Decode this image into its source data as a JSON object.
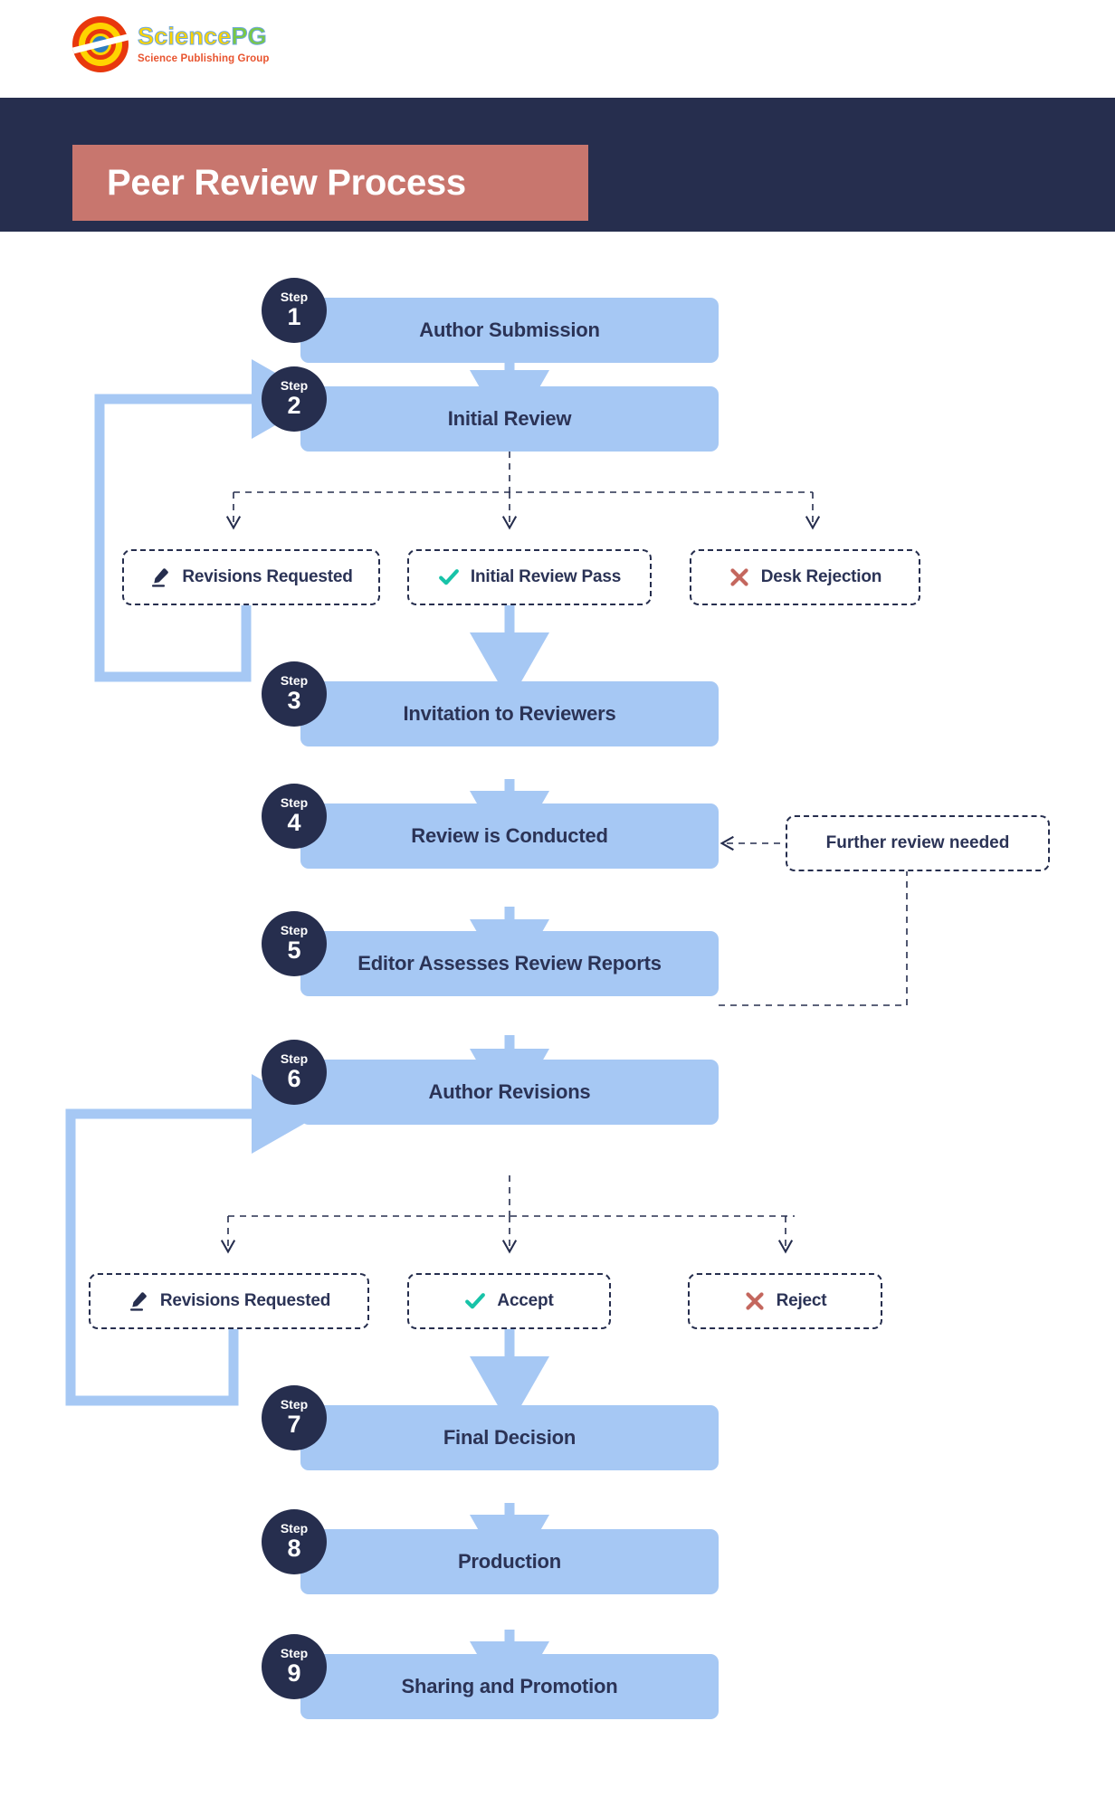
{
  "brand": {
    "logo_title_part1": "Science",
    "logo_title_part2": "PG",
    "logo_subtitle": "Science Publishing Group",
    "logo_icon": "sciencepg-circle-logo"
  },
  "header": {
    "title": "Peer Review Process",
    "banner_color": "#C8766E",
    "band_color": "#262E4E"
  },
  "palette": {
    "step_box": "#A6C8F4",
    "badge": "#262E4E",
    "text": "#2B3356",
    "arrow": "#A6C8F4",
    "dashed_border": "#262E4E",
    "check_teal": "#17C3A8",
    "cross_red": "#C4675E",
    "pencil_navy": "#262E4E"
  },
  "chart_data": {
    "type": "diagram",
    "title": "Peer Review Process",
    "nodes": [
      {
        "id": "s1",
        "kind": "step",
        "step_label": "Step",
        "step_number": "1",
        "label": "Author Submission"
      },
      {
        "id": "s2",
        "kind": "step",
        "step_label": "Step",
        "step_number": "2",
        "label": "Initial Review"
      },
      {
        "id": "d1a",
        "kind": "decision",
        "icon": "pencil-icon",
        "label": "Revisions Requested"
      },
      {
        "id": "d1b",
        "kind": "decision",
        "icon": "check-icon",
        "label": "Initial Review Pass"
      },
      {
        "id": "d1c",
        "kind": "decision",
        "icon": "cross-icon",
        "label": "Desk Rejection"
      },
      {
        "id": "s3",
        "kind": "step",
        "step_label": "Step",
        "step_number": "3",
        "label": "Invitation to Reviewers"
      },
      {
        "id": "s4",
        "kind": "step",
        "step_label": "Step",
        "step_number": "4",
        "label": "Review is Conducted"
      },
      {
        "id": "note1",
        "kind": "note",
        "label": "Further review needed"
      },
      {
        "id": "s5",
        "kind": "step",
        "step_label": "Step",
        "step_number": "5",
        "label": "Editor Assesses Review Reports"
      },
      {
        "id": "s6",
        "kind": "step",
        "step_label": "Step",
        "step_number": "6",
        "label": "Author Revisions"
      },
      {
        "id": "d2a",
        "kind": "decision",
        "icon": "pencil-icon",
        "label": "Revisions Requested"
      },
      {
        "id": "d2b",
        "kind": "decision",
        "icon": "check-icon",
        "label": "Accept"
      },
      {
        "id": "d2c",
        "kind": "decision",
        "icon": "cross-icon",
        "label": "Reject"
      },
      {
        "id": "s7",
        "kind": "step",
        "step_label": "Step",
        "step_number": "7",
        "label": "Final Decision"
      },
      {
        "id": "s8",
        "kind": "step",
        "step_label": "Step",
        "step_number": "8",
        "label": "Production"
      },
      {
        "id": "s9",
        "kind": "step",
        "step_label": "Step",
        "step_number": "9",
        "label": "Sharing and Promotion"
      }
    ],
    "edges": [
      {
        "from": "s1",
        "to": "s2",
        "style": "solid-arrow"
      },
      {
        "from": "s2",
        "to": "d1a",
        "style": "dashed-arrow"
      },
      {
        "from": "s2",
        "to": "d1b",
        "style": "dashed-arrow"
      },
      {
        "from": "s2",
        "to": "d1c",
        "style": "dashed-arrow"
      },
      {
        "from": "d1a",
        "to": "s2",
        "style": "solid-loop-left"
      },
      {
        "from": "d1b",
        "to": "s3",
        "style": "solid-arrow"
      },
      {
        "from": "s3",
        "to": "s4",
        "style": "solid-arrow"
      },
      {
        "from": "s4",
        "to": "s5",
        "style": "solid-arrow"
      },
      {
        "from": "s5",
        "to": "note1",
        "style": "dashed-line"
      },
      {
        "from": "note1",
        "to": "s4",
        "style": "dashed-arrow-left"
      },
      {
        "from": "s5",
        "to": "s6",
        "style": "solid-arrow"
      },
      {
        "from": "s6",
        "to": "d2a",
        "style": "dashed-arrow"
      },
      {
        "from": "s6",
        "to": "d2b",
        "style": "dashed-arrow"
      },
      {
        "from": "s6",
        "to": "d2c",
        "style": "dashed-arrow"
      },
      {
        "from": "d2a",
        "to": "s6",
        "style": "solid-loop-left"
      },
      {
        "from": "d2b",
        "to": "s7",
        "style": "solid-arrow"
      },
      {
        "from": "s7",
        "to": "s8",
        "style": "solid-arrow"
      },
      {
        "from": "s8",
        "to": "s9",
        "style": "solid-arrow"
      }
    ]
  }
}
